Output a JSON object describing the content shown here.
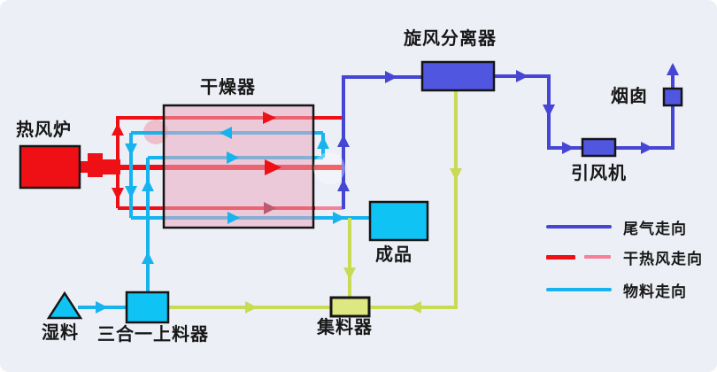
{
  "diagram": {
    "nodes": {
      "furnace": {
        "label": "热风炉"
      },
      "dryer": {
        "label": "干燥器"
      },
      "cyclone": {
        "label": "旋风分离器"
      },
      "chimney": {
        "label": "烟囱"
      },
      "fan": {
        "label": "引风机"
      },
      "product": {
        "label": "成品"
      },
      "wet_material": {
        "label": "湿料"
      },
      "feeder": {
        "label": "三合一上料器"
      },
      "collector": {
        "label": "集料器"
      }
    },
    "legend": {
      "items": [
        {
          "label": "尾气走向",
          "color": "#4646d4",
          "style": "solid"
        },
        {
          "label": "干热风走向",
          "color": "#ee1015",
          "style": "dashed"
        },
        {
          "label": "物料走向",
          "color": "#16b3ee",
          "style": "solid"
        }
      ]
    }
  },
  "colors": {
    "background": "#edeff7",
    "hot_air": "#ee1015",
    "hot_air_light": "#f58098",
    "hot_air_muted": "#bb5a70",
    "material": "#16b3ee",
    "exhaust": "#4646d4",
    "fines": "#c9da55",
    "equipment_blue": "#5156e0",
    "equipment_cyan": "#0fc4f4",
    "collector_fill": "#dde883",
    "dryer_fill": "#e9a9bf",
    "blob_pink": "#f09cb0",
    "ink": "#151515",
    "label": "#181818"
  }
}
